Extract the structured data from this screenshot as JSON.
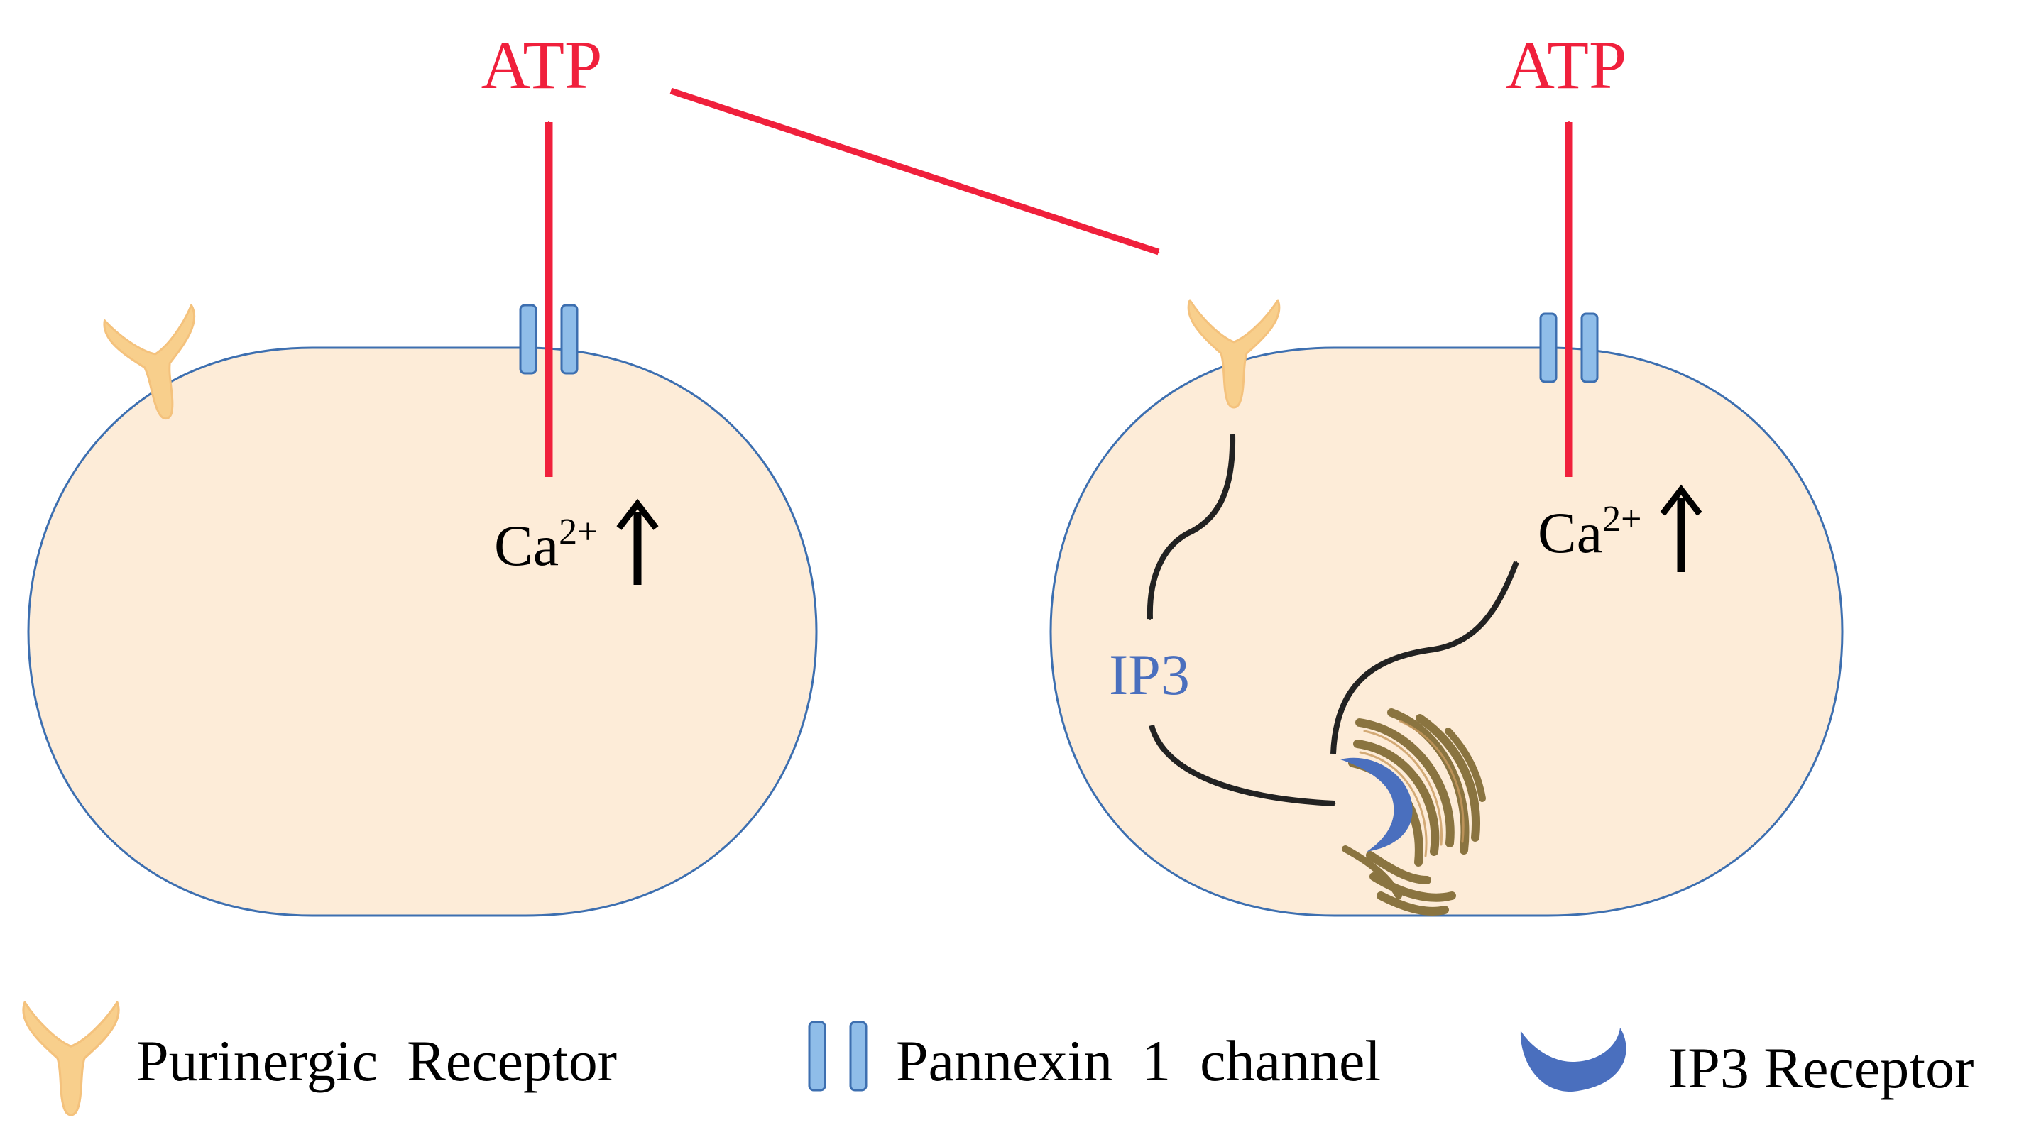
{
  "cells": [
    {
      "atp_label": "ATP",
      "ca_label": "Ca",
      "ca_superscript": "2+",
      "ca_arrow": "↑"
    },
    {
      "atp_label": "ATP",
      "ca_label": "Ca",
      "ca_superscript": "2+",
      "ca_arrow": "↑",
      "ip3_label": "IP3"
    }
  ],
  "legend": {
    "purinergic": "Purinergic  Receptor",
    "pannexin": "Pannexin  1  channel",
    "ip3_receptor": "IP3 Receptor"
  },
  "colors": {
    "cell_fill": "#fdecd8",
    "cell_stroke": "#3d6fb0",
    "atp_red": "#f0203c",
    "receptor_fill": "#f8cf8c",
    "channel_fill": "#8fbde9",
    "channel_stroke": "#3d6fb0",
    "ip3_blue": "#4a6fbe",
    "er_brown": "#8a7440",
    "arrow_black": "#222222"
  },
  "icons": [
    "purinergic-receptor-icon",
    "pannexin-channel-icon",
    "ip3-receptor-icon",
    "endoplasmic-reticulum-icon"
  ]
}
